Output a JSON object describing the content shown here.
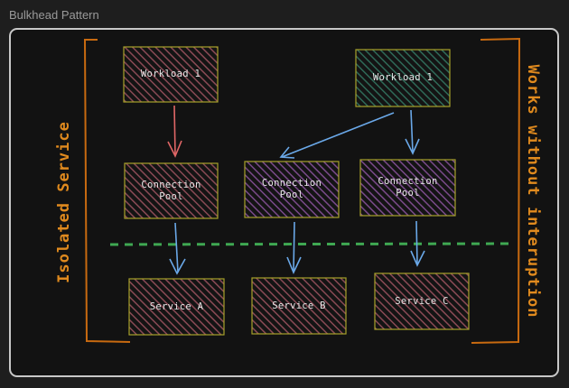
{
  "page_title": "Bulkhead Pattern",
  "left_label": "Isolated Service",
  "right_label": "Works without interuption",
  "colors": {
    "outline": "#a7a12a",
    "red_box_hatch": "#8a4a55",
    "green_box_hatch": "#2f6a58",
    "purple_box_hatch": "#7a4a8a",
    "red_arrow": "#e06666",
    "blue_arrow": "#6aa8e8",
    "dashed_line": "#3fa852",
    "bracket": "#c86a10",
    "side_label": "#e08a1e"
  },
  "workloads": [
    {
      "label": "Workload 1",
      "color": "red"
    },
    {
      "label": "Workload 1",
      "color": "green"
    }
  ],
  "pools": [
    {
      "label": "Connection\nPool",
      "color": "red"
    },
    {
      "label": "Connection\nPool",
      "color": "purple"
    },
    {
      "label": "Connection\nPool",
      "color": "purple"
    }
  ],
  "services": [
    {
      "label": "Service A"
    },
    {
      "label": "Service B"
    },
    {
      "label": "Service C"
    }
  ]
}
